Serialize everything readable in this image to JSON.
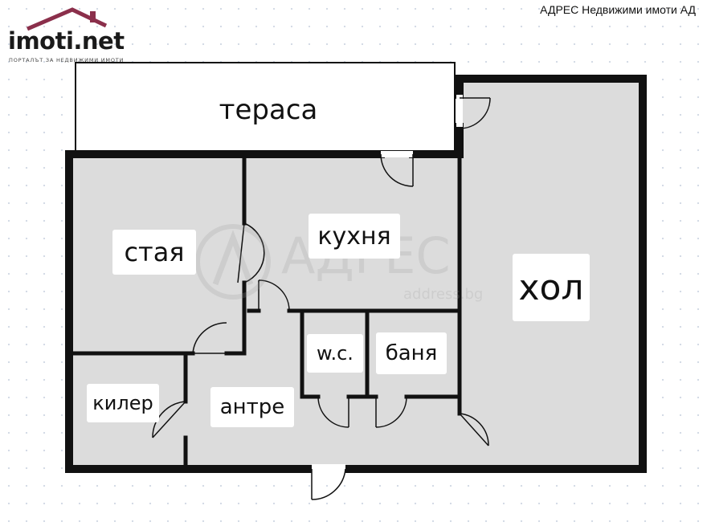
{
  "header": {
    "logo_text": "imoti.net",
    "logo_tagline": "ПОРТАЛЪТ ЗА НЕДВИЖИМИ ИМОТИ",
    "agency_name": "АДРЕС Недвижими имоти АД"
  },
  "watermark": {
    "name": "АДРЕС",
    "url": "address.bg"
  },
  "rooms": {
    "terrace": "тераса",
    "room": "стая",
    "kitchen": "кухня",
    "living": "хол",
    "wc": "w.c.",
    "bath": "баня",
    "pantry": "килер",
    "hall": "антре"
  },
  "colors": {
    "wall": "#111111",
    "floor": "#dcdcdc",
    "terrace_floor": "#ffffff",
    "logo_roof": "#8b2f4b",
    "logo_dot": "#c0392b"
  }
}
